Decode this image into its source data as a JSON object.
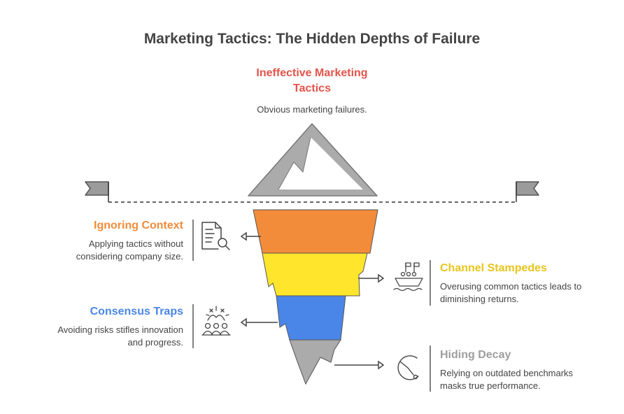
{
  "title": "Marketing Tactics: The Hidden Depths of Failure",
  "top": {
    "title_line1": "Ineffective Marketing",
    "title_line2": "Tactics",
    "description": "Obvious marketing failures.",
    "color": "#E5534B"
  },
  "layers": [
    {
      "key": "ignoring-context",
      "title": "Ignoring Context",
      "desc_line1": "Applying tactics without",
      "desc_line2": "considering company size.",
      "color": "#F28C3A",
      "side": "left",
      "icon": "document-search-icon"
    },
    {
      "key": "channel-stampedes",
      "title": "Channel Stampedes",
      "desc_line1": "Overusing common tactics leads to",
      "desc_line2": "diminishing returns.",
      "color": "#E8C51A",
      "side": "right",
      "icon": "ship-crowd-icon"
    },
    {
      "key": "consensus-traps",
      "title": "Consensus Traps",
      "desc_line1": "Avoiding risks stifles innovation",
      "desc_line2": "and progress.",
      "color": "#4A86E8",
      "side": "left",
      "icon": "group-idea-icon"
    },
    {
      "key": "hiding-decay",
      "title": "Hiding Decay",
      "desc_line1": "Relying on outdated benchmarks",
      "desc_line2": "masks true performance.",
      "color": "#9E9E9E",
      "side": "right",
      "icon": "declining-gauge-icon"
    }
  ]
}
